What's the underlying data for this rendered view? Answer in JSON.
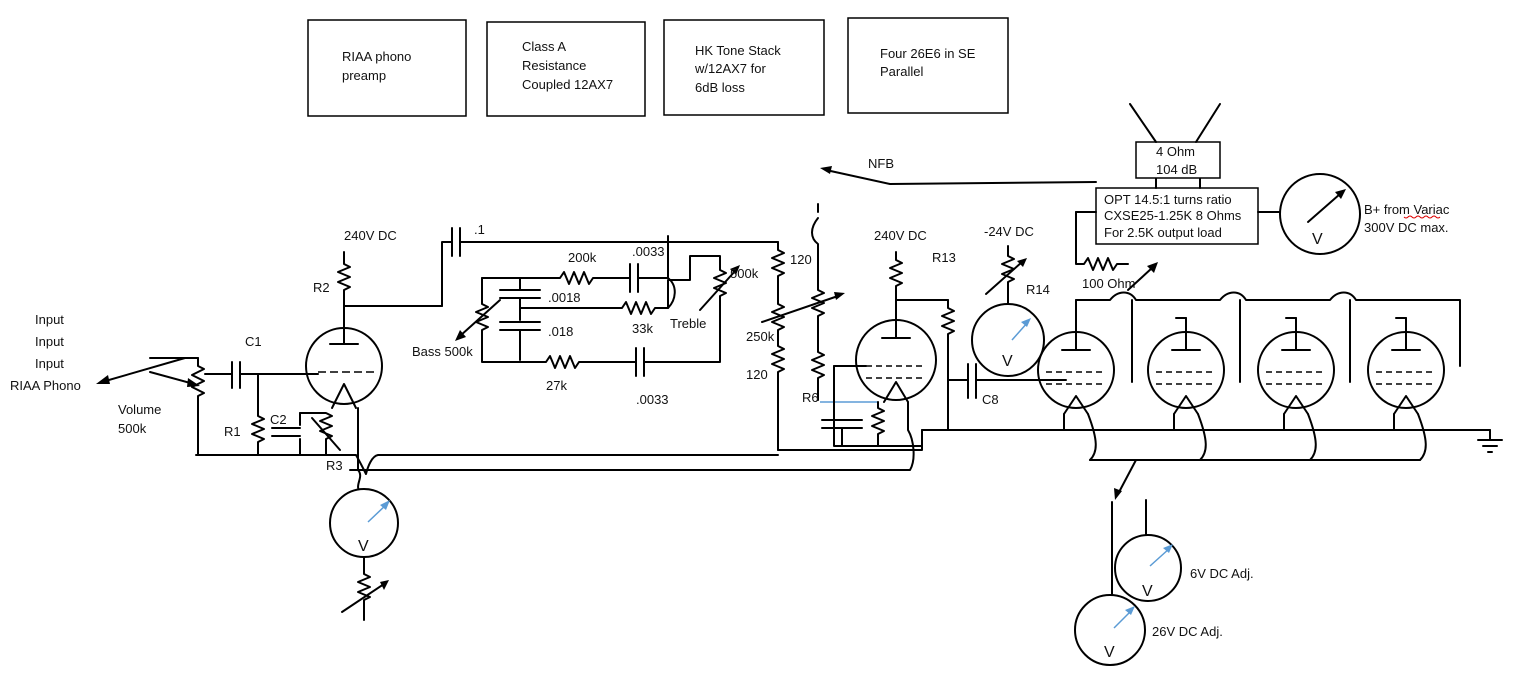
{
  "blocks": [
    {
      "lines": [
        "RIAA phono",
        "preamp"
      ]
    },
    {
      "lines": [
        "Class A",
        "Resistance",
        "Coupled 12AX7"
      ]
    },
    {
      "lines": [
        "HK Tone Stack",
        "w/12AX7 for",
        "6dB loss"
      ]
    },
    {
      "lines": [
        "Four 26E6 in SE",
        "Parallel"
      ]
    }
  ],
  "inputs": [
    "Input",
    "Input",
    "Input",
    "RIAA Phono"
  ],
  "labels": {
    "volume": [
      "Volume",
      "500k"
    ],
    "c1": "C1",
    "c2": "C2",
    "r1": "R1",
    "r2": "R2",
    "r3": "R3",
    "supply1": "240V DC",
    "cap_01": ".1",
    "r200k": "200k",
    "c0033a": ".0033",
    "c0018": ".0018",
    "r33k": "33k",
    "c018": ".018",
    "bass": "Bass 500k",
    "r27k": "27k",
    "c0033b": ".0033",
    "treble": "Treble",
    "treble_pot": "500k",
    "r120a": "120",
    "r250k": "250k",
    "r120b": "120",
    "r6": "R6",
    "supply2": "240V DC",
    "r13": "R13",
    "neg_supply": "-24V DC",
    "r14": "R14",
    "c8": "C8",
    "r100": "100 Ohm",
    "nfb": "NFB"
  },
  "speaker": [
    "4 Ohm",
    "104 dB"
  ],
  "opt": [
    "OPT 14.5:1 turns ratio",
    "CXSE25-1.25K 8 Ohms",
    "For 2.5K output load"
  ],
  "bplus": [
    "B+ from Variac",
    "300V DC max."
  ],
  "heater_meters": {
    "m6v": "6V DC Adj.",
    "m26v": "26V DC Adj."
  },
  "meter_symbol": "V"
}
